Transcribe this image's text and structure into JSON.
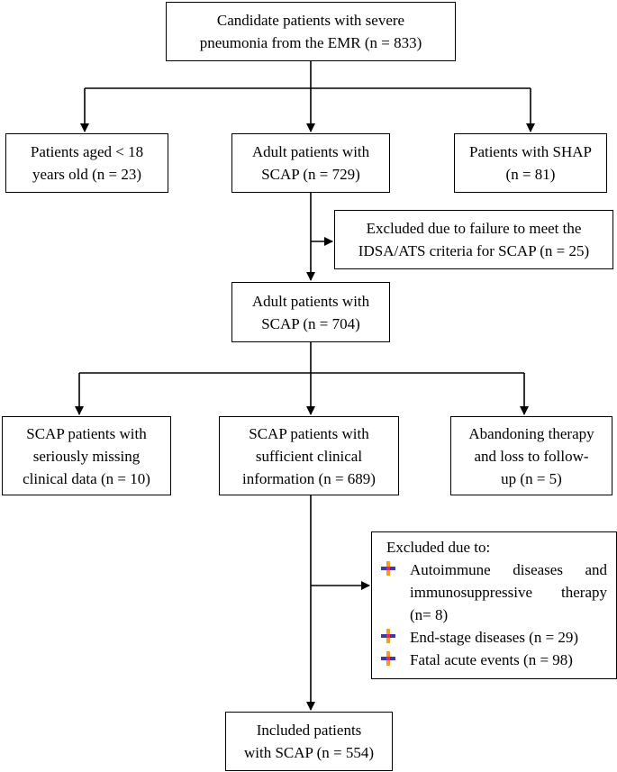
{
  "boxes": {
    "candidates": [
      "Candidate patients with severe",
      "pneumonia from the EMR (n = 833)"
    ],
    "aged": [
      "Patients aged < 18",
      "years old (n = 23)"
    ],
    "adult729": [
      "Adult patients with",
      "SCAP (n = 729)"
    ],
    "shap": [
      "Patients with SHAP",
      "(n = 81)"
    ],
    "excluded_idsa": [
      "Excluded due to failure to meet the",
      "IDSA/ATS criteria for SCAP (n = 25)"
    ],
    "adult704": [
      "Adult patients with",
      "SCAP (n = 704)"
    ],
    "missing": [
      "SCAP patients with",
      "seriously missing",
      "clinical data (n = 10)"
    ],
    "sufficient": [
      "SCAP patients with",
      "sufficient clinical",
      "information (n = 689)"
    ],
    "abandon": [
      "Abandoning therapy",
      "and loss to follow-",
      "up (n = 5)"
    ],
    "included": [
      "Included patients",
      "with SCAP (n = 554)"
    ]
  },
  "exclusion_list": {
    "header": "Excluded due to:",
    "items": [
      {
        "lines": [
          "Autoimmune diseases and",
          "immunosuppressive therapy",
          "(n= 8)"
        ]
      },
      {
        "lines": [
          "End-stage diseases (n = 29)"
        ]
      },
      {
        "lines": [
          "Fatal acute events (n = 98)"
        ]
      }
    ]
  },
  "colors": {
    "line": "#000000",
    "bullet_vertical": "#f0a020",
    "bullet_horizontal": "#3a3aa8",
    "bullet_center": "#e0207a"
  }
}
